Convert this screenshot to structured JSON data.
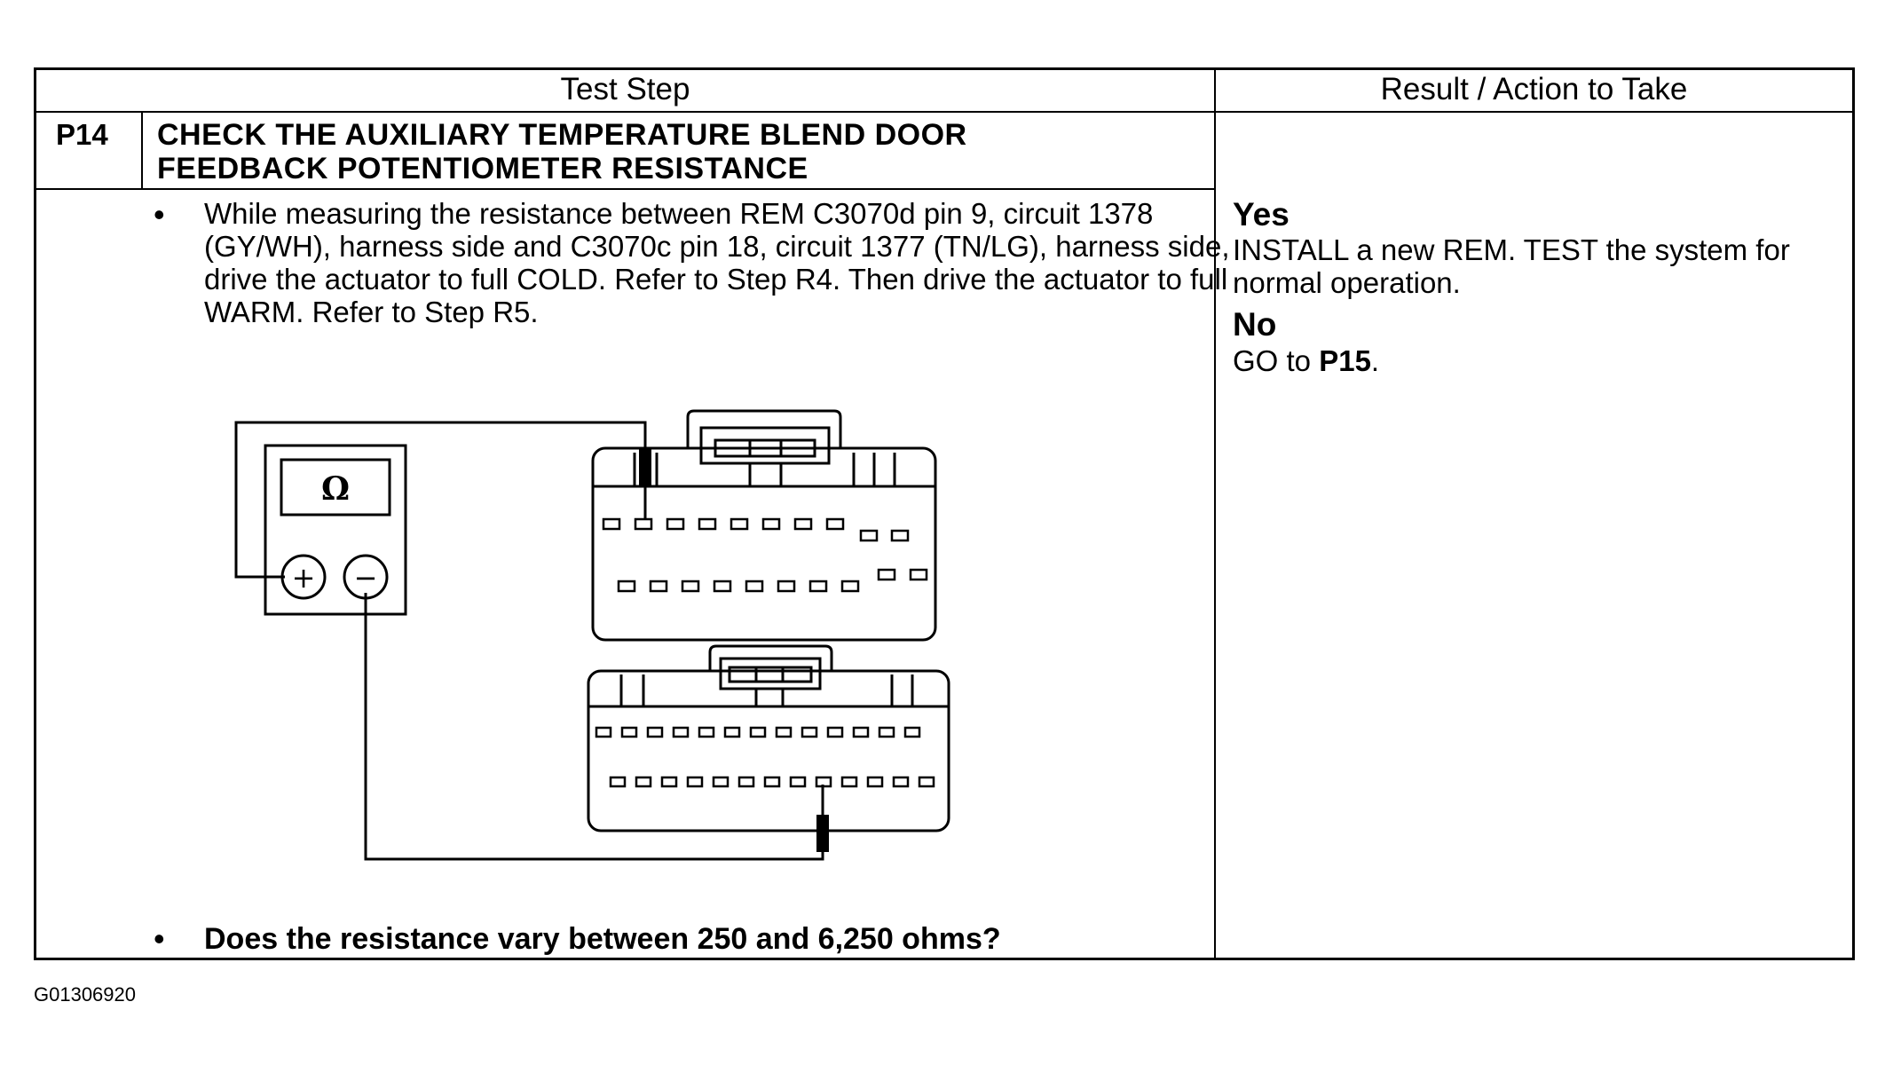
{
  "table": {
    "header_test_step": "Test Step",
    "header_result": "Result / Action to Take",
    "step_code": "P14",
    "step_title_line1": "CHECK THE AUXILIARY TEMPERATURE BLEND DOOR",
    "step_title_line2": "FEEDBACK POTENTIOMETER RESISTANCE",
    "instruction": "While measuring the resistance between REM C3070d pin 9, circuit 1378 (GY/WH), harness side and C3070c pin 18, circuit 1377 (TN/LG), harness side, drive the actuator to full COLD. Refer to Step R4. Then drive the actuator to full WARM. Refer to  Step R5.",
    "question": "Does the resistance vary between 250 and 6,250 ohms?",
    "bullet": "•"
  },
  "result": {
    "yes_label": "Yes",
    "yes_text": "INSTALL a new REM. TEST the system for normal operation.",
    "no_label": "No",
    "no_text_prefix": "GO to ",
    "no_step": "P15",
    "no_text_suffix": "."
  },
  "diagram": {
    "meter_symbol": "Ω",
    "plus_symbol": "+",
    "minus_symbol": "−",
    "icon_multimeter": "ohmmeter-icon",
    "icon_connector": "connector-icon",
    "icon_probe": "probe-icon"
  },
  "figure_id": "G01306920"
}
